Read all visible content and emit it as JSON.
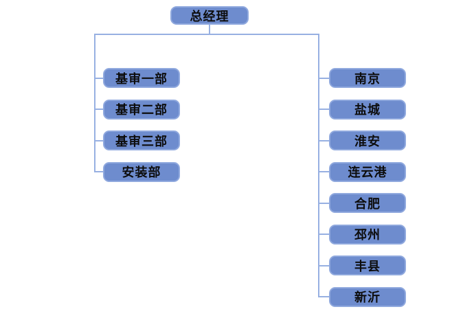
{
  "root": {
    "label": "总经理"
  },
  "branches": {
    "left": {
      "items": [
        "基审一部",
        "基审二部",
        "基审三部",
        "安装部"
      ]
    },
    "right": {
      "items": [
        "南京",
        "盐城",
        "淮安",
        "连云港",
        "合肥",
        "邳州",
        "丰县",
        "新沂"
      ]
    }
  },
  "colors": {
    "background": "#FFFFFF",
    "node_fill": "#6E8CCE",
    "node_border": "#90A9DE",
    "connector": "#97B0E2",
    "text": "#0D0D0D"
  }
}
